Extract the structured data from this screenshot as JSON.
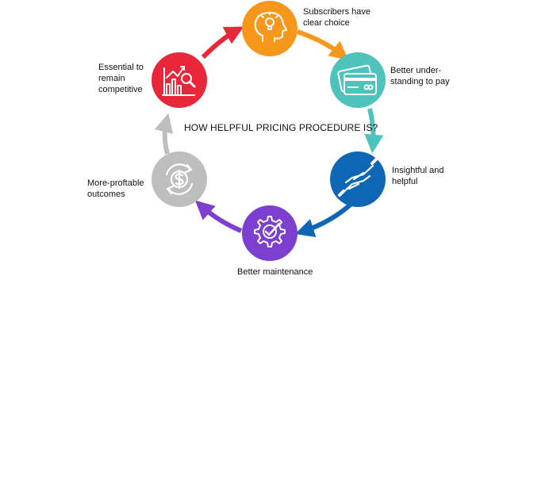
{
  "title": "HOW HELPFUL PRICING PROCEDURE IS?",
  "steps": [
    {
      "label": "Subscribers have\nclear choice",
      "icon": "head-lightbulb-icon",
      "color": "#F7981D"
    },
    {
      "label": "Better under-\nstanding to pay",
      "icon": "credit-card-icon",
      "color": "#4DC3BC"
    },
    {
      "label": "Insightful and\nhelpful",
      "icon": "handshake-icon",
      "color": "#0E67B4"
    },
    {
      "label": "Better maintenance",
      "icon": "gear-check-icon",
      "color": "#7C3FD0"
    },
    {
      "label": "More-proftable\noutcomes",
      "icon": "dollar-refresh-icon",
      "color": "#BEBEBE"
    },
    {
      "label": "Essential to\nremain\ncompetitive",
      "icon": "chart-magnifier-icon",
      "color": "#E8273A"
    }
  ]
}
